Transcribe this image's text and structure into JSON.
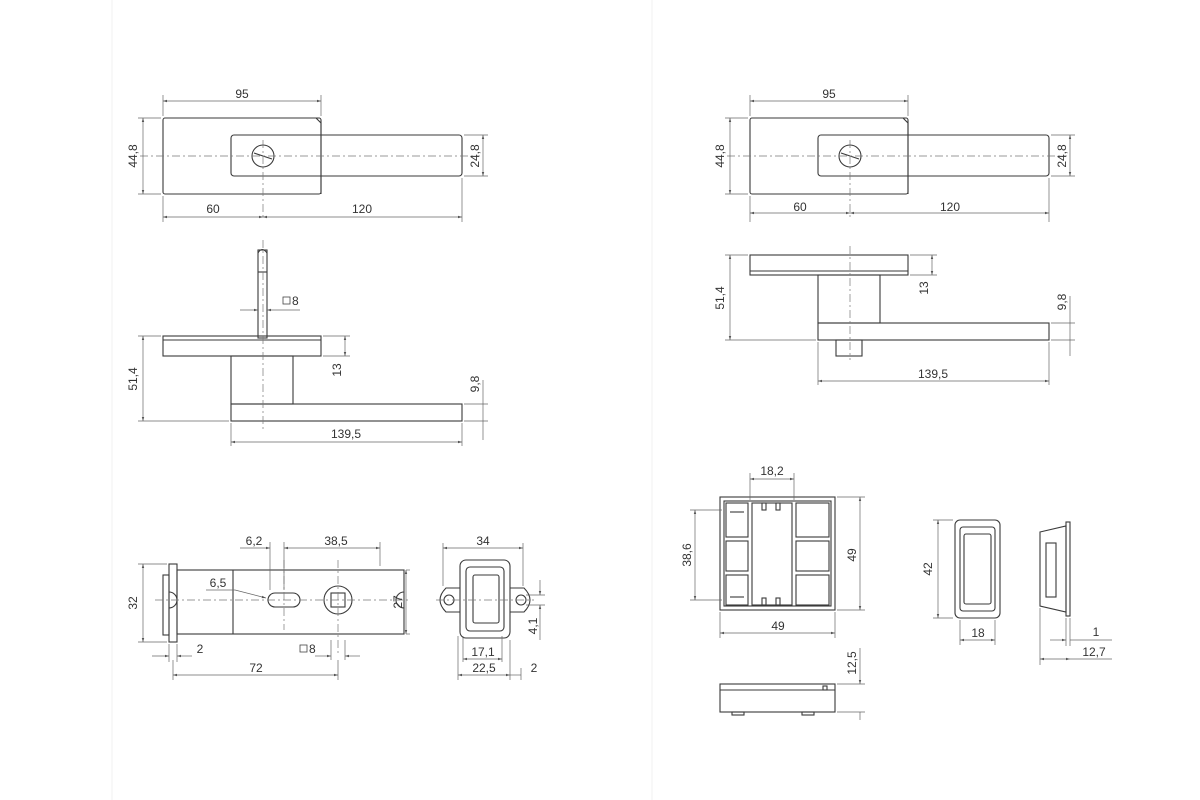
{
  "handle_left": {
    "top_view": {
      "width": "95",
      "rosette_height": "44,8",
      "lever_height": "24,8",
      "offset_left": "60",
      "lever_length": "120"
    },
    "side_view": {
      "square_spindle": "8",
      "overall_height": "51,4",
      "rosette_offset": "13",
      "lever_thickness": "9,8",
      "projection": "139,5"
    }
  },
  "handle_right": {
    "top_view": {
      "width": "95",
      "rosette_height": "44,8",
      "lever_height": "24,8",
      "offset_left": "60",
      "lever_length": "120"
    },
    "side_view": {
      "overall_height": "51,4",
      "rosette_offset": "13",
      "lever_thickness": "9,8",
      "projection": "139,5"
    }
  },
  "lock_body": {
    "cam_offset": "6,2",
    "spindle_center": "38,5",
    "slot_width": "6,5",
    "faceplate_height": "32",
    "body_height": "27",
    "faceplate_thickness": "2",
    "backset": "72",
    "square_spindle": "8"
  },
  "lock_front": {
    "width": "34",
    "hole_offset": "4,1",
    "inner_width": "17,1",
    "outer_width": "22,5",
    "edge": "2"
  },
  "strike_box": {
    "inner_width": "18,2",
    "inner_height": "38,6",
    "outer_height": "49",
    "outer_width": "49",
    "depth": "12,5"
  },
  "strike_plate": {
    "height": "42",
    "width": "18",
    "lip": "1",
    "depth": "12,7"
  }
}
